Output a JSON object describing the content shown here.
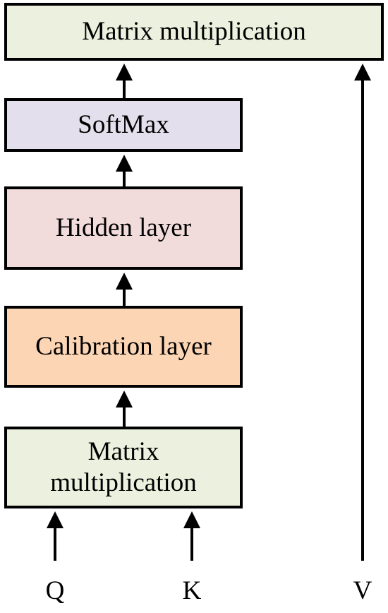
{
  "diagram": {
    "boxes": {
      "top_matmul": {
        "label": "Matrix multiplication",
        "fill": "#ebf1de"
      },
      "softmax": {
        "label": "SoftMax",
        "fill": "#e4dfec"
      },
      "hidden": {
        "label": "Hidden layer",
        "fill": "#f2dcdb"
      },
      "calibration": {
        "label": "Calibration layer",
        "fill": "#fcd5b4"
      },
      "bottom_matmul": {
        "label": "Matrix\nmultiplication",
        "fill": "#ebf1de"
      }
    },
    "inputs": {
      "q": "Q",
      "k": "K",
      "v": "V"
    },
    "colors": {
      "border": "#000000",
      "arrow": "#000000",
      "background": "#ffffff"
    }
  }
}
